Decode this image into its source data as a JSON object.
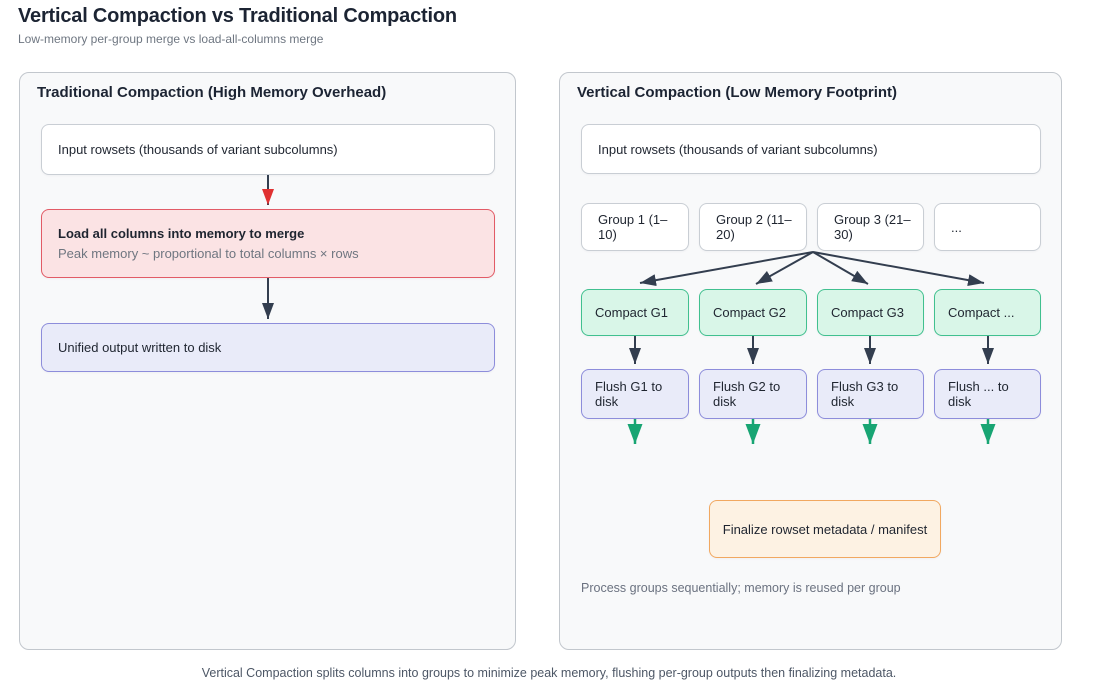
{
  "page": {
    "title": "Vertical Compaction vs Traditional Compaction",
    "subtitle": "Low-memory per-group merge vs load-all-columns merge",
    "caption": "Vertical Compaction splits columns into groups to minimize peak memory, flushing per-group outputs then finalizing metadata."
  },
  "left_panel": {
    "title": "Traditional Compaction (High Memory Overhead)",
    "nodes": {
      "input": "Input rowsets (thousands of variant subcolumns)",
      "load_title": "Load all columns into memory to merge",
      "load_subtitle": "Peak memory ~ proportional to total columns × rows",
      "output": "Unified output written to disk"
    }
  },
  "right_panel": {
    "title": "Vertical Compaction (Low Memory Footprint)",
    "nodes": {
      "input": "Input rowsets (thousands of variant subcolumns)",
      "groups": [
        "Group 1 (1–10)",
        "Group 2 (11–20)",
        "Group 3 (21–30)",
        "..."
      ],
      "compact": [
        "Compact G1",
        "Compact G2",
        "Compact G3",
        "Compact ..."
      ],
      "flush": [
        "Flush G1 to disk",
        "Flush G2 to disk",
        "Flush G3 to disk",
        "Flush ... to disk"
      ],
      "finalize": "Finalize rowset metadata / manifest"
    },
    "note": "Process groups sequentially; memory is reused per group"
  },
  "colors": {
    "arrow_dark": "#333e4f",
    "arrow_red": "#e03131",
    "arrow_green": "#18a573",
    "danger_bg": "#fbe3e4",
    "danger_border": "#e25b66",
    "output_bg": "#e9ebf9",
    "output_border": "#8d8ddb",
    "compact_bg": "#d9f6e8",
    "compact_border": "#41c08f",
    "finalize_bg": "#fdf2e3",
    "finalize_border": "#f1a860"
  }
}
